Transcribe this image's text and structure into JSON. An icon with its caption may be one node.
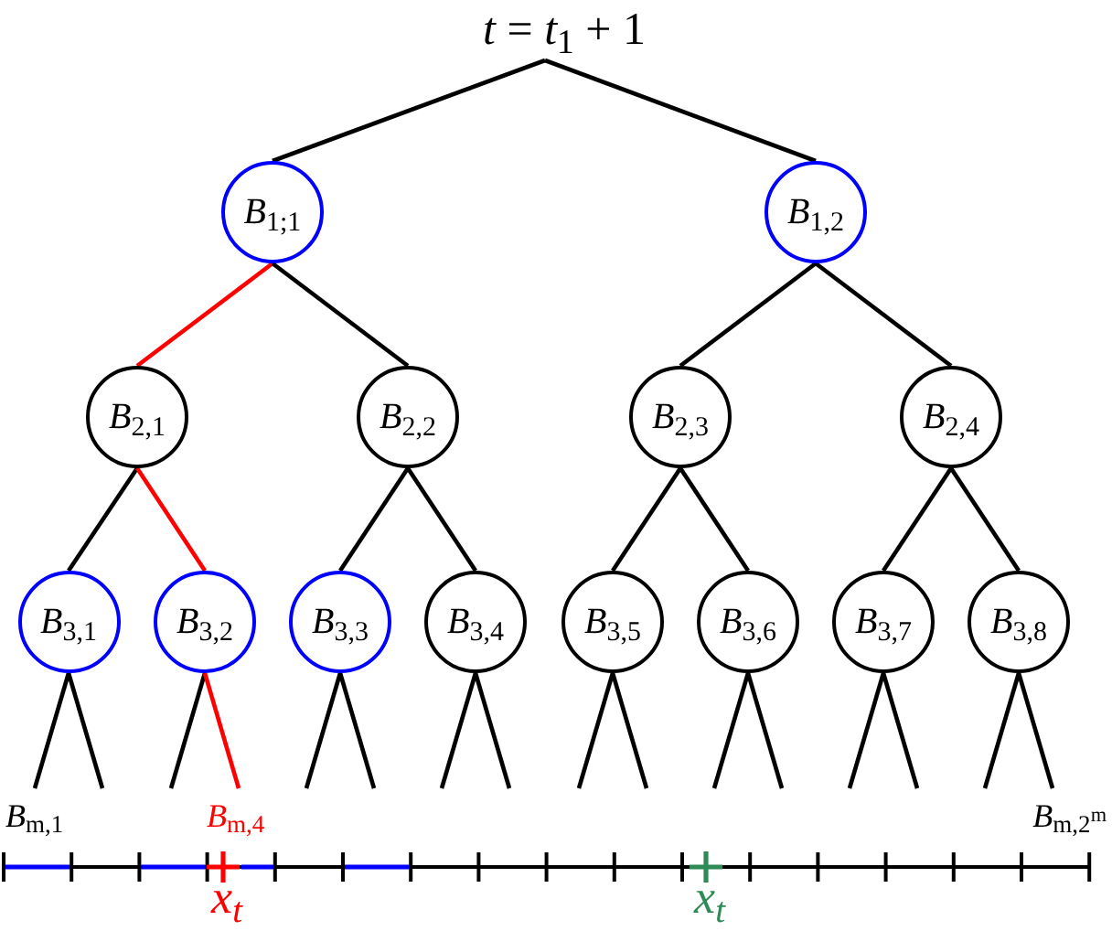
{
  "diagram": {
    "nodes": [
      {
        "text": [
          "*t* = *t*$_{1}$ + 1"
        ]
      },
      {
        "text": [
          "*B*$_{1;1}$"
        ]
      },
      {
        "text": [
          "*B*$_{1,2}$"
        ]
      },
      {
        "text": [
          "*B*$_{2,1}$"
        ]
      },
      {
        "text": [
          "*B*$_{2,2}$"
        ]
      },
      {
        "text": [
          "*B*$_{2,3}$"
        ]
      },
      {
        "text": [
          "*B*$_{2,4}$"
        ]
      },
      {
        "text": [
          "*B*$_{3,1}$"
        ]
      },
      {
        "text": [
          "*B*$_{3,2}$"
        ]
      },
      {
        "text": [
          "*B*$_{3,3}$"
        ]
      },
      {
        "text": [
          "*B*$_{3,4}$"
        ]
      },
      {
        "text": [
          "*B*$_{3,5}$"
        ]
      },
      {
        "text": [
          "*B*$_{3,6}$"
        ]
      },
      {
        "text": [
          "*B*$_{3,7}$"
        ]
      },
      {
        "text": [
          "*B*$_{3,8}$"
        ]
      }
    ],
    "edges": [
      {
        "from": 0,
        "to": 1,
        "arrow": "none"
      },
      {
        "from": 0,
        "to": 2,
        "arrow": "none"
      },
      {
        "from": 1,
        "to": 3,
        "arrow": "none",
        "color": "#ff0000"
      },
      {
        "from": 1,
        "to": 4,
        "arrow": "none"
      },
      {
        "from": 2,
        "to": 5,
        "arrow": "none"
      },
      {
        "from": 2,
        "to": 6,
        "arrow": "none"
      },
      {
        "from": 3,
        "to": 7,
        "arrow": "none"
      },
      {
        "from": 3,
        "to": 8,
        "arrow": "none",
        "color": "#ff0000"
      },
      {
        "from": 4,
        "to": 9,
        "arrow": "none"
      },
      {
        "from": 4,
        "to": 10,
        "arrow": "none"
      },
      {
        "from": 5,
        "to": 11,
        "arrow": "none"
      },
      {
        "from": 5,
        "to": 12,
        "arrow": "none"
      },
      {
        "from": 6,
        "to": 13,
        "arrow": "none"
      },
      {
        "from": 6,
        "to": 14,
        "arrow": "none"
      },
      {
        "from": 7,
        "to": null,
        "arrow": "none"
      },
      {
        "from": 7,
        "to": null,
        "arrow": "none"
      },
      {
        "from": 8,
        "to": null,
        "arrow": "none"
      },
      {
        "from": 8,
        "to": null,
        "arrow": "none",
        "color": "#ff0000"
      },
      {
        "from": 9,
        "to": null,
        "arrow": "none"
      },
      {
        "from": 9,
        "to": null,
        "arrow": "none"
      },
      {
        "from": 10,
        "to": null,
        "arrow": "none"
      },
      {
        "from": 10,
        "to": null,
        "arrow": "none"
      },
      {
        "from": 11,
        "to": null,
        "arrow": "none"
      },
      {
        "from": 11,
        "to": null,
        "arrow": "none"
      },
      {
        "from": 12,
        "to": null,
        "arrow": "none"
      },
      {
        "from": 12,
        "to": null,
        "arrow": "none"
      },
      {
        "from": 13,
        "to": null,
        "arrow": "none"
      },
      {
        "from": 13,
        "to": null,
        "arrow": "none"
      },
      {
        "from": 14,
        "to": null,
        "arrow": "none"
      },
      {
        "from": 14,
        "to": null,
        "arrow": "none"
      }
    ],
    "labels": [
      "*B*$_{m,1}$",
      "*B*$_{m,4}$",
      "*B*$_{m,2}$$^{m}$",
      "x$_{t}$",
      "x$_{t}$"
    ]
  }
}
